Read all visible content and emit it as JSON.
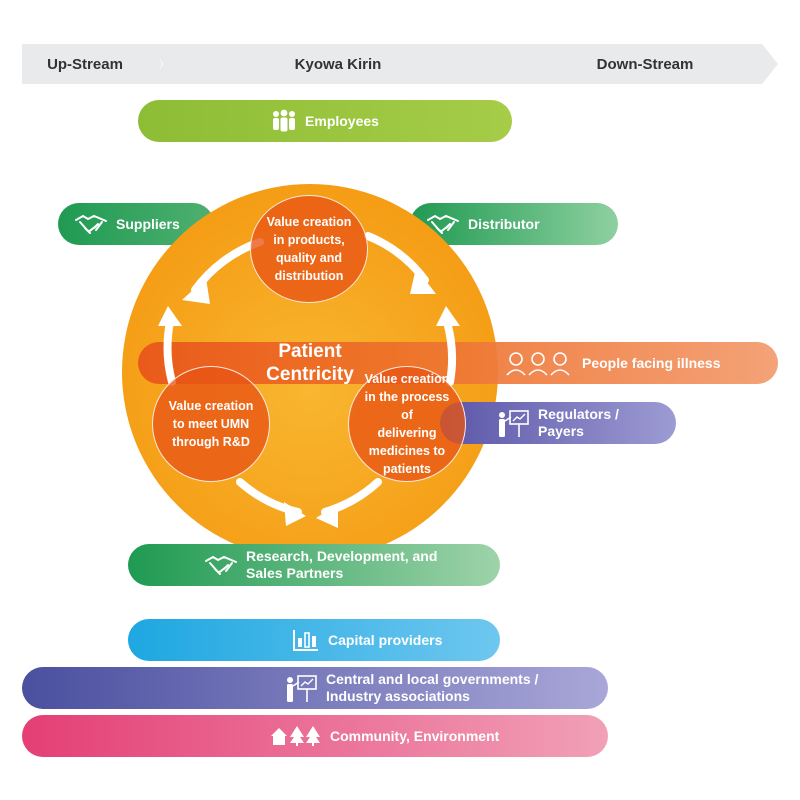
{
  "streams": {
    "upstream": "Up-Stream",
    "company": "Kyowa Kirin",
    "downstream": "Down-Stream"
  },
  "stakeholders": {
    "employees": "Employees",
    "suppliers": "Suppliers",
    "distributor": "Distributor",
    "people_facing_illness": "People facing illness",
    "regulators": "Regulators /",
    "payers": "Payers",
    "rd_partners_line1": "Research, Development, and",
    "rd_partners_line2": "Sales Partners",
    "capital_providers": "Capital providers",
    "governments_line1": "Central and local governments /",
    "governments_line2": "Industry associations",
    "community": "Community, Environment"
  },
  "center": {
    "line1": "Patient",
    "line2": "Centricity"
  },
  "value_creation": {
    "top": [
      "Value creation",
      "in products,",
      "quality and",
      "distribution"
    ],
    "left": [
      "Value creation",
      "to meet UMN",
      "through R&D"
    ],
    "right": [
      "Value creation",
      "in the process of",
      "delivering",
      "medicines to",
      "patients"
    ]
  },
  "colors": {
    "green_light": "#9ac43c",
    "green_dark": "#2a9a55",
    "orange_circle": "#f6a21b",
    "orange_pill": "#f0864a",
    "purple": "#6a62ad",
    "blue": "#33b3e6",
    "indigo": "#4f57a6",
    "pink": "#e5467a"
  },
  "icons": [
    "people-group-icon",
    "handshake-icon",
    "patients-icon",
    "presenter-icon",
    "chart-icon",
    "houses-trees-icon"
  ]
}
